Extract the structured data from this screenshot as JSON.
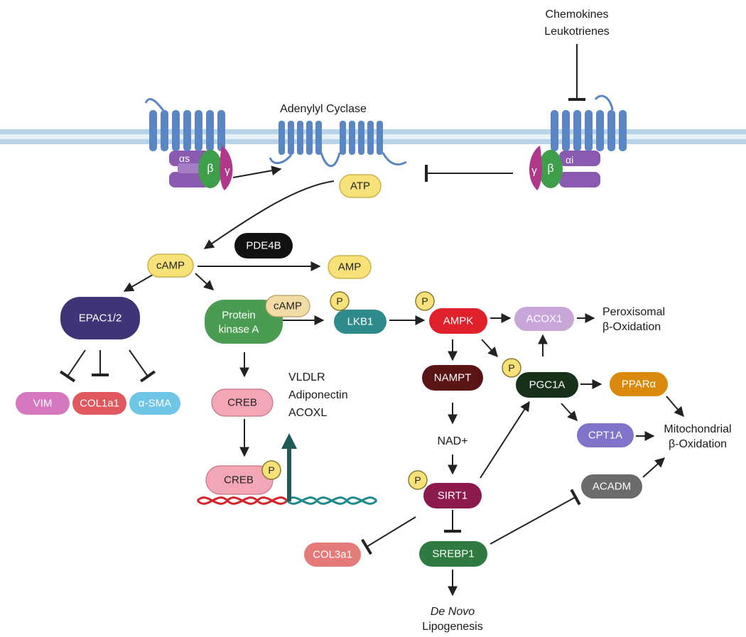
{
  "labels": {
    "chemokines": "Chemokines",
    "leukotrienes": "Leukotrienes",
    "adenylyl_cyclase": "Adenylyl Cyclase",
    "alpha_s": "αs",
    "alpha_i": "αi",
    "beta": "β",
    "gamma": "γ",
    "atp": "ATP",
    "pde4b": "PDE4B",
    "camp": "cAMP",
    "amp": "AMP",
    "epac": "EPAC1/2",
    "pka_line1": "Protein",
    "pka_line2": "kinase A",
    "pka_camp": "cAMP",
    "lkb1": "LKB1",
    "ampk": "AMPK",
    "acox1": "ACOX1",
    "perox_line1": "Peroxisomal",
    "perox_line2": "β-Oxidation",
    "vim": "VIM",
    "col1a1": "COL1a1",
    "asma": "α-SMA",
    "creb": "CREB",
    "creb_p": "CREB",
    "vldlr": "VLDLR",
    "adiponectin": "Adiponectin",
    "acoxl": "ACOXL",
    "nampt": "NAMPT",
    "pgc1a": "PGC1A",
    "ppara": "PPARα",
    "cpt1a": "CPT1A",
    "mito_line1": "Mitochondrial",
    "mito_line2": "β-Oxidation",
    "nad": "NAD+",
    "sirt1": "SIRT1",
    "acadm": "ACADM",
    "col3a1": "COL3a1",
    "srebp1": "SREBP1",
    "denovo_line1": "De Novo",
    "denovo_line2": "Lipogenesis",
    "phospho": "P"
  },
  "colors": {
    "membrane": "#b9d3e6",
    "receptor": "#5b86c4",
    "gprotein_alpha": "#8a5ab0",
    "gprotein_beta": "#3f9e4a",
    "gprotein_gamma": "#b0378a",
    "camp_yellow": "#f7e27a",
    "epac": "#3f3476",
    "pka": "#4a9c52",
    "lkb1": "#2f8a8c",
    "ampk": "#e0212b",
    "acox1": "#c9a6d8",
    "vim": "#d678c0",
    "col1a1": "#e0585e",
    "asma": "#6ec5e5",
    "creb": "#f2a6b6",
    "nampt": "#5a1414",
    "pgc1a": "#17301a",
    "ppara": "#d98a0c",
    "cpt1a": "#7f74c9",
    "sirt1": "#8c1a4c",
    "acadm": "#6b6b6b",
    "col3a1": "#e57a7a",
    "srebp1": "#2e7a40",
    "pde4b": "#111111",
    "gene_arrow": "#1f5a58",
    "dna_red": "#d4242a",
    "dna_teal": "#1f8a8c"
  }
}
